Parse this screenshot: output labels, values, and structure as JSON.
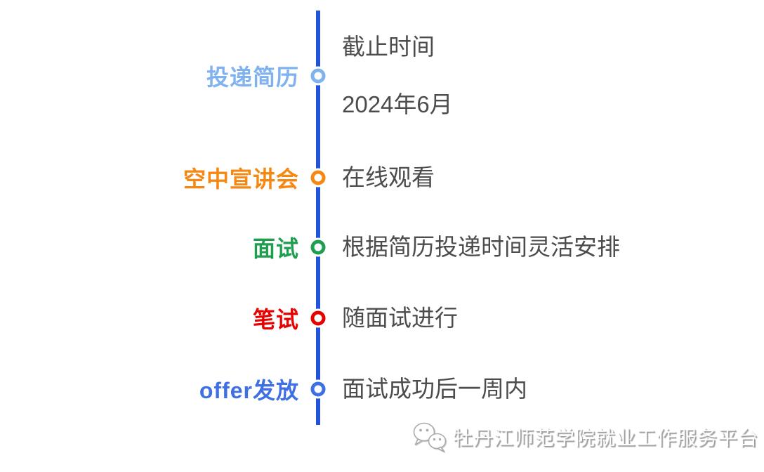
{
  "page": {
    "background_color": "#ffffff"
  },
  "timeline": {
    "line_color": "#2353d8",
    "desc_text_color": "#4c4c4c",
    "steps": [
      {
        "label": "投递简历",
        "color": "#7fb2ef",
        "desc_lines": [
          "截止时间",
          "2024年6月"
        ]
      },
      {
        "label": "空中宣讲会",
        "color": "#f58813",
        "desc_lines": [
          "在线观看"
        ]
      },
      {
        "label": "面试",
        "color": "#1e9e4e",
        "desc_lines": [
          "根据简历投递时间灵活安排"
        ]
      },
      {
        "label": "笔试",
        "color": "#e60000",
        "desc_lines": [
          "随面试进行"
        ]
      },
      {
        "label": "offer发放",
        "color": "#3f6fe4",
        "desc_lines": [
          "面试成功后一周内"
        ]
      }
    ]
  },
  "watermark": {
    "icon": "wechat-icon",
    "text": "牡丹江师范学院就业工作服务平台"
  }
}
